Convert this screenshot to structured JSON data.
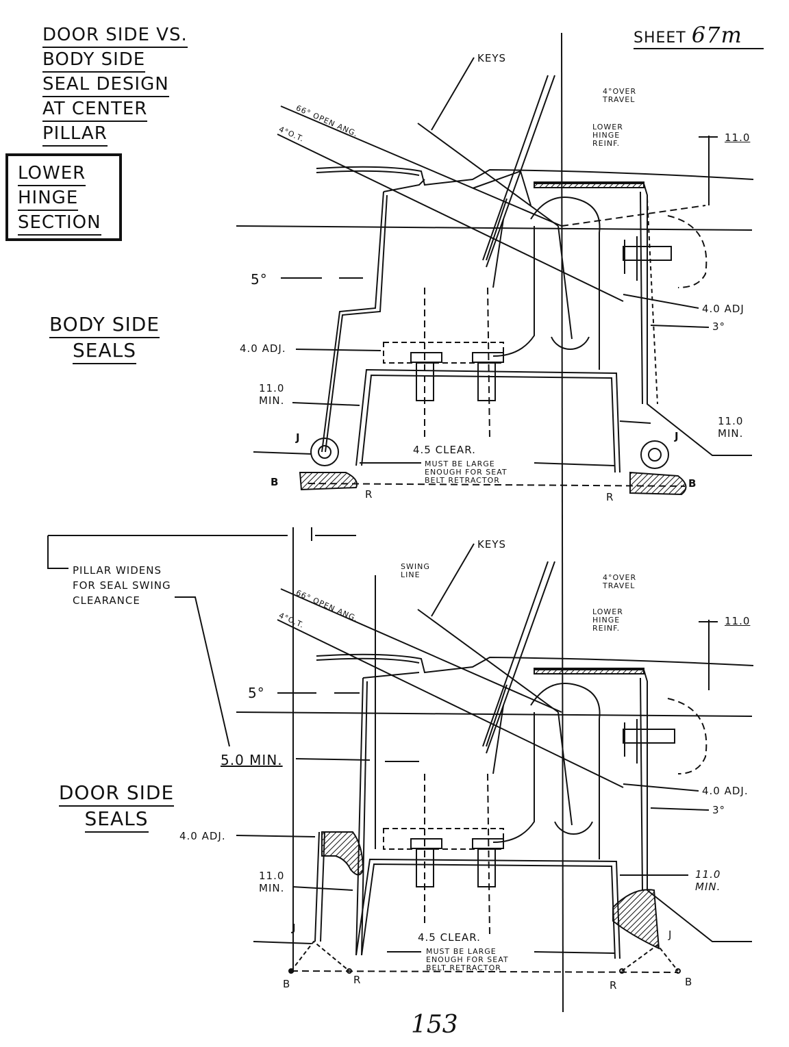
{
  "title": {
    "lines": [
      "DOOR SIDE VS.",
      "BODY SIDE",
      "SEAL DESIGN",
      "AT CENTER",
      "PILLAR"
    ]
  },
  "section_box": {
    "lines": [
      "LOWER",
      "HINGE",
      "SECTION"
    ]
  },
  "sheet": {
    "label": "SHEET",
    "number": "67m"
  },
  "top_view": {
    "heading": [
      "BODY SIDE",
      "SEALS"
    ],
    "keys": "KEYS",
    "over_travel": [
      "4°OVER",
      "TRAVEL"
    ],
    "open_angle": "66° OPEN ANG.",
    "ot": "4°O.T.",
    "reinf": [
      "LOWER",
      "HINGE",
      "REINF."
    ],
    "dim_top": "11.0",
    "angle_5": "5°",
    "adj_left": "4.0 ADJ.",
    "adj_right": "4.0 ADJ",
    "angle_3": "3°",
    "min_left": [
      "11.0",
      "MIN."
    ],
    "min_right": [
      "11.0",
      "MIN."
    ],
    "clear": "4.5 CLEAR.",
    "retractor": [
      "MUST BE LARGE",
      "ENOUGH FOR SEAT",
      "BELT RETRACTOR"
    ],
    "j_left": "J",
    "j_right": "J",
    "b_left": "B",
    "b_right": "B",
    "r_left": "R",
    "r_right": "R"
  },
  "pillar_note": [
    "PILLAR WIDENS",
    "FOR SEAL SWING",
    "CLEARANCE"
  ],
  "bottom_view": {
    "heading": [
      "DOOR SIDE",
      "SEALS"
    ],
    "keys": "KEYS",
    "swing_line": [
      "SWING",
      "LINE"
    ],
    "over_travel": [
      "4°OVER",
      "TRAVEL"
    ],
    "open_angle": "66° OPEN ANG.",
    "ot": "4°O.T.",
    "reinf": [
      "LOWER",
      "HINGE",
      "REINF."
    ],
    "dim_top": "11.0",
    "angle_5": "5°",
    "min_5": "5.0 MIN.",
    "adj_left": "4.0 ADJ.",
    "adj_right": "4.0 ADJ.",
    "angle_3": "3°",
    "min_left": [
      "11.0",
      "MIN."
    ],
    "min_right": [
      "11.0",
      "MIN."
    ],
    "clear": "4.5 CLEAR.",
    "retractor": [
      "MUST BE LARGE",
      "ENOUGH FOR SEAT",
      "BELT RETRACTOR"
    ],
    "j_left": "J",
    "j_right": "J",
    "b_left": "B",
    "b_right": "B",
    "r_left": "R",
    "r_right": "R"
  },
  "page_number": "153"
}
